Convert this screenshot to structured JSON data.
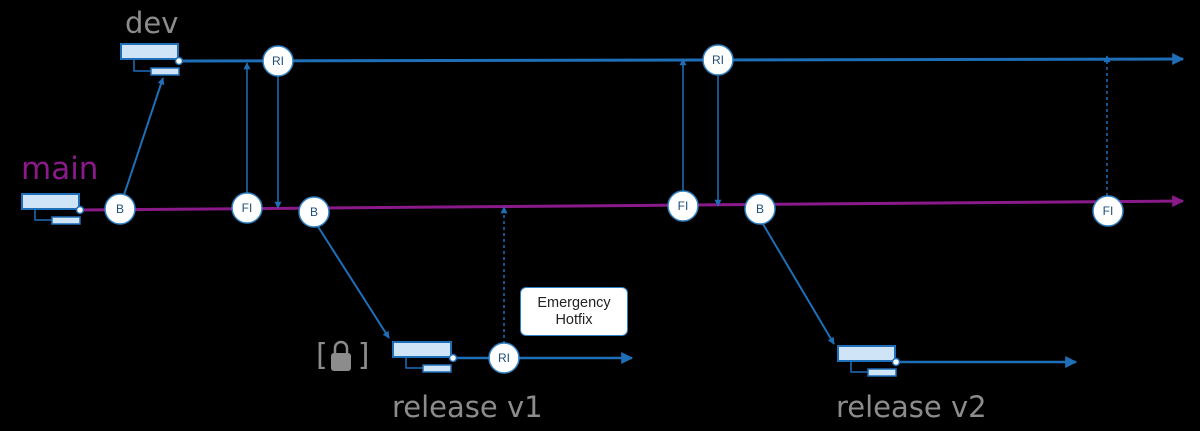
{
  "branches": {
    "dev": "dev",
    "main": "main",
    "release_v1": "release v1",
    "release_v2": "release v2"
  },
  "nodes": {
    "branch": "B",
    "forward_integration": "FI",
    "reverse_integration": "RI"
  },
  "callout": {
    "line1": "Emergency",
    "line2": "Hotfix"
  },
  "lock": {
    "open": "[",
    "close": "]"
  },
  "colors": {
    "background": "#000000",
    "blue_branch": "#1f6fb8",
    "main_branch": "#8a1a8a",
    "label_grey": "#8c8c8c",
    "node_fill": "#ffffff",
    "node_stroke": "#2f7fc1"
  },
  "icons": [
    "branch-icon",
    "lock-icon",
    "arrow-head-icon"
  ]
}
